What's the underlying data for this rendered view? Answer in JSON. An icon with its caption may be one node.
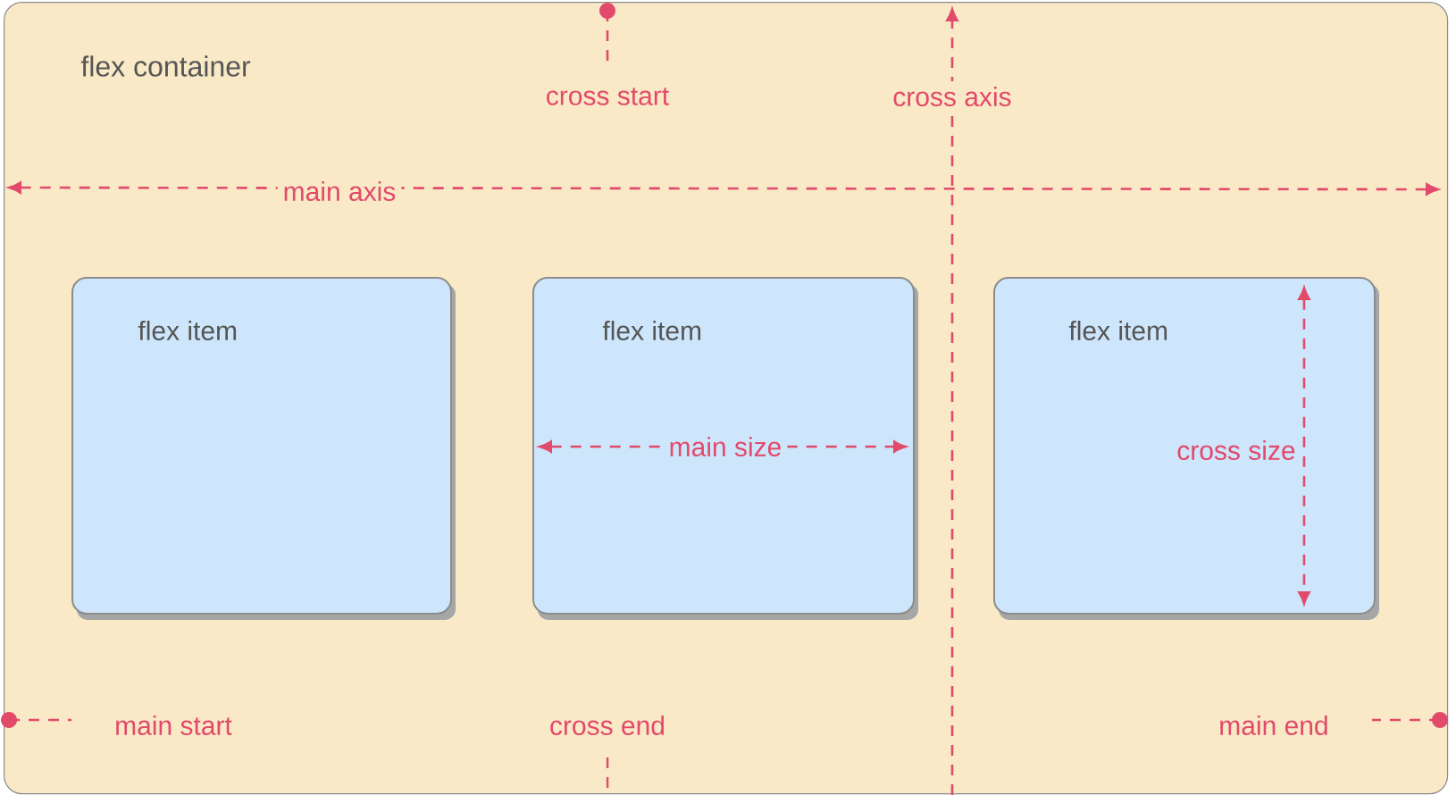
{
  "diagram": {
    "nodes": [
      {
        "text": [
          "flex container"
        ]
      },
      {
        "text": [
          "flex item"
        ],
        "in": 0
      },
      {
        "text": [
          "flex item"
        ],
        "in": 0
      },
      {
        "text": [
          "flex item"
        ],
        "in": 0
      }
    ],
    "edges": [],
    "labels": [
      "cross start",
      "cross axis",
      "main axis",
      "main size",
      "cross size",
      "main start",
      "cross end",
      "main end"
    ]
  }
}
